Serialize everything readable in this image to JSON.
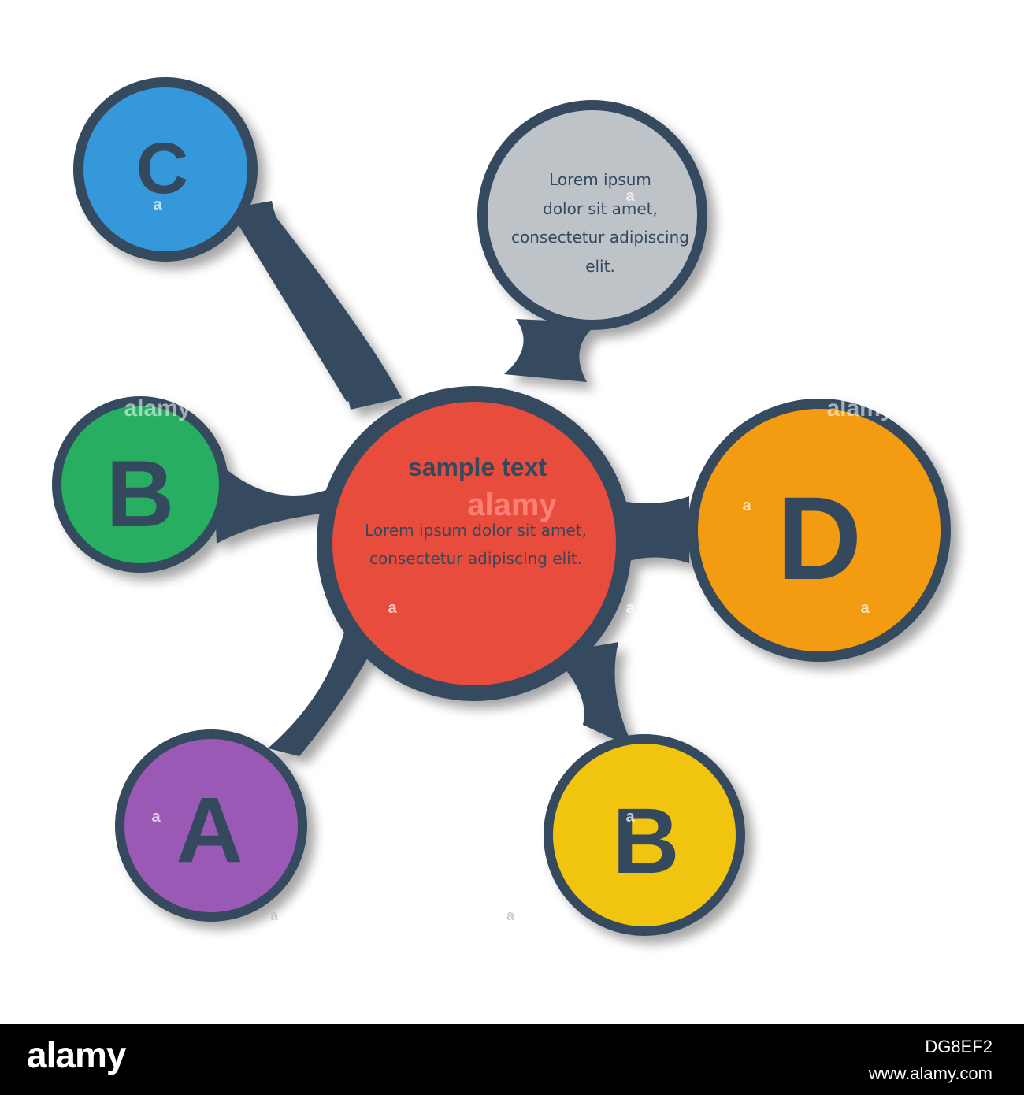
{
  "diagram": {
    "center": {
      "title": "sample text",
      "line1": "Lorem ipsum dolor sit amet,",
      "line2": "consectetur adipiscing elit."
    },
    "nodes": {
      "c": {
        "label": "C"
      },
      "b_left": {
        "label": "B"
      },
      "a": {
        "label": "A"
      },
      "gray": {
        "line1": "Lorem ipsum",
        "line2": "dolor sit amet,",
        "line3": "consectetur adipiscing",
        "line4": "elit."
      },
      "d": {
        "label": "D"
      },
      "b_bottom": {
        "label": "B"
      }
    }
  },
  "watermark": {
    "text": "alamy",
    "small_mark": "a"
  },
  "footer": {
    "logo": "alamy",
    "image_id": "DG8EF2",
    "url": "www.alamy.com"
  },
  "colors": {
    "outline": "#34495e",
    "center": "#e74c3c",
    "c": "#3498db",
    "b_left": "#27ae60",
    "a": "#9b59b6",
    "gray": "#bdc3c7",
    "d": "#f39c12",
    "b_bottom": "#f1c40f",
    "background": "#ffffff"
  },
  "icons": {
    "node_shapes": "circle"
  }
}
